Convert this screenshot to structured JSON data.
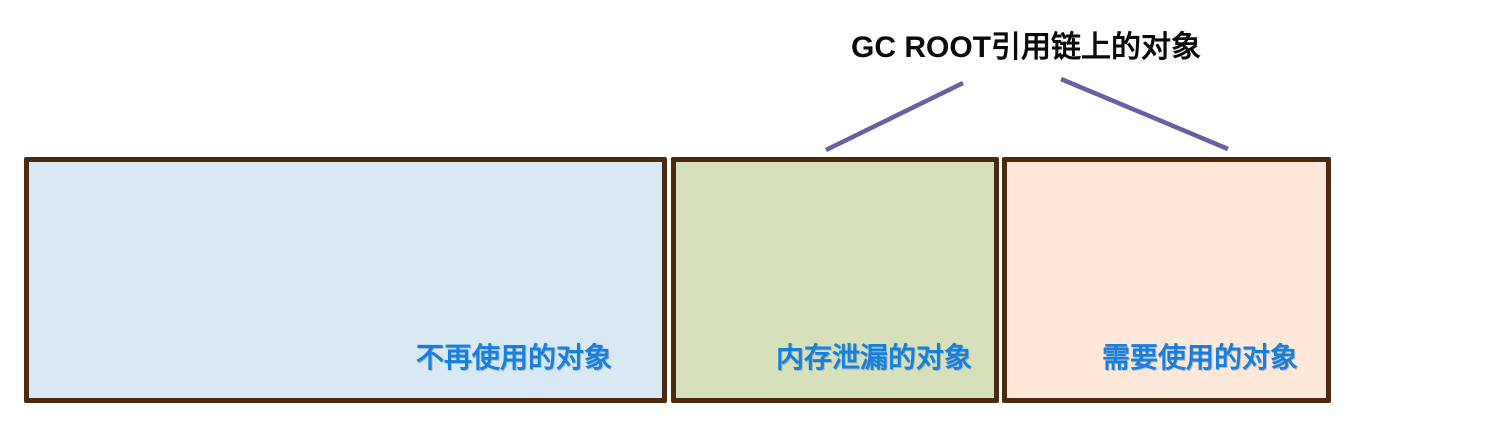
{
  "title": {
    "text": "GC ROOT引用链上的对象"
  },
  "colors": {
    "title_text": "#0a0a0a",
    "box_border": "#4b2a10",
    "connector_line": "#6c5da4",
    "label_text": "#167fe0",
    "unused_bg": "#d8e9f4",
    "leaked_bg": "#d6e1bc",
    "needed_bg": "#fde8da"
  },
  "boxes": [
    {
      "key": "unused",
      "label": "不再使用的对象"
    },
    {
      "key": "leaked",
      "label": "内存泄漏的对象"
    },
    {
      "key": "needed",
      "label": "需要使用的对象"
    }
  ]
}
